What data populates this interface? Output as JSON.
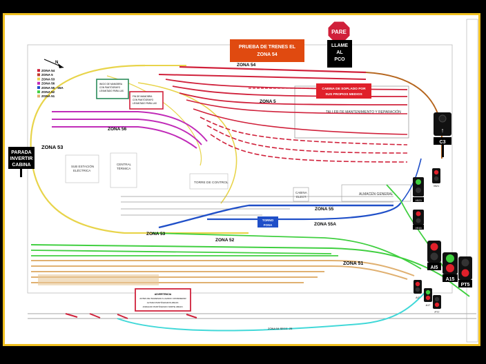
{
  "title_box": {
    "line1": "PRUEBA DE TRENES EL",
    "line2": "ZONA 54"
  },
  "stop_sign": {
    "text": "PARE"
  },
  "call_sign": {
    "line1": "LLAME",
    "line2": "AL",
    "line3": "PCO"
  },
  "cabina_box": {
    "line1": "CABINA DE SOPLADO POR",
    "line2": "SUS PROPIOS MEDIOS"
  },
  "parada_sign": {
    "line1": "PARADA",
    "line2": "INVERTIR",
    "line3": "CABINA"
  },
  "legend": [
    {
      "label": "ZONA 54",
      "color": "#d0203a"
    },
    {
      "label": "ZONA 5",
      "color": "#c0392b"
    },
    {
      "label": "ZONA 53",
      "color": "#e8d44a"
    },
    {
      "label": "ZONA 56",
      "color": "#c02ab8"
    },
    {
      "label": "ZONA 55 - 55A",
      "color": "#1f4fc8"
    },
    {
      "label": "ZONA 52",
      "color": "#3fcf3f"
    },
    {
      "label": "ZONA 51",
      "color": "#e0b070"
    }
  ],
  "zones": {
    "z54": "ZONA 54",
    "z5": "ZONA 5",
    "z56": "ZONA 56",
    "z53_left": "ZONA 53",
    "z53_bottom": "ZONA 53",
    "z55": "ZONA 55",
    "z55a": "ZONA 55A",
    "z52": "ZONA 52",
    "z51": "ZONA 51"
  },
  "buildings": {
    "taller": "TALLER DE MANTENIMIENTO Y REPARACIÓN",
    "sub_line1": "SUB ESTACIÓN",
    "sub_line2": "ELÉCTRICA",
    "central_line1": "CENTRAL",
    "central_line2": "TÉRMICA",
    "torre": "TORRE DE CONTROL",
    "cabina_line1": "CABINA",
    "cabina_line2": "ELECT.",
    "almacen": "ALMACÉN GENERAL",
    "torno_line1": "TORNO",
    "torno_line2": "FOSA"
  },
  "warning": {
    "line1": "ADVERTENCIA",
    "line2": "ANTES DE INGRESAR A LAVADO CONSIDERAR",
    "line3": "ALTURA PANTÓGRAFOS ABAJO.",
    "line4": "ANDALDO PANTÓGRAFO NORTE ABAJO."
  },
  "signals": {
    "c3": "C3",
    "v523": "V523",
    "v516": "V516",
    "ai5": "AI5",
    "a15": "A15",
    "pt5": "PT5",
    "ai7": "AI7",
    "a17": "A17",
    "pt7": "PT7",
    "v521": "V521"
  },
  "small_notes": {
    "green1_line1": "INICIO DE MANIOBRA",
    "green1_line2": "CON PANTÓGRAFO",
    "green1_line3": "LEVANTADO PARA LAS",
    "red1_line1": "FIN DE MANIOBRA",
    "red1_line2": "CON PANTÓGRAFO",
    "red1_line3": "LEVANTADO PARA LAS",
    "zona54_sec": "ZONA 54 SECC. 25"
  },
  "colors": {
    "border": "#f0c020",
    "z54": "#d0203a",
    "z53": "#e8d44a",
    "z56": "#c02ab8",
    "z55": "#1f4fc8",
    "z52": "#3fcf3f",
    "z51": "#e0b070",
    "brown": "#b5651d",
    "cyan": "#40d8d8",
    "title_bg": "#e04a10"
  }
}
